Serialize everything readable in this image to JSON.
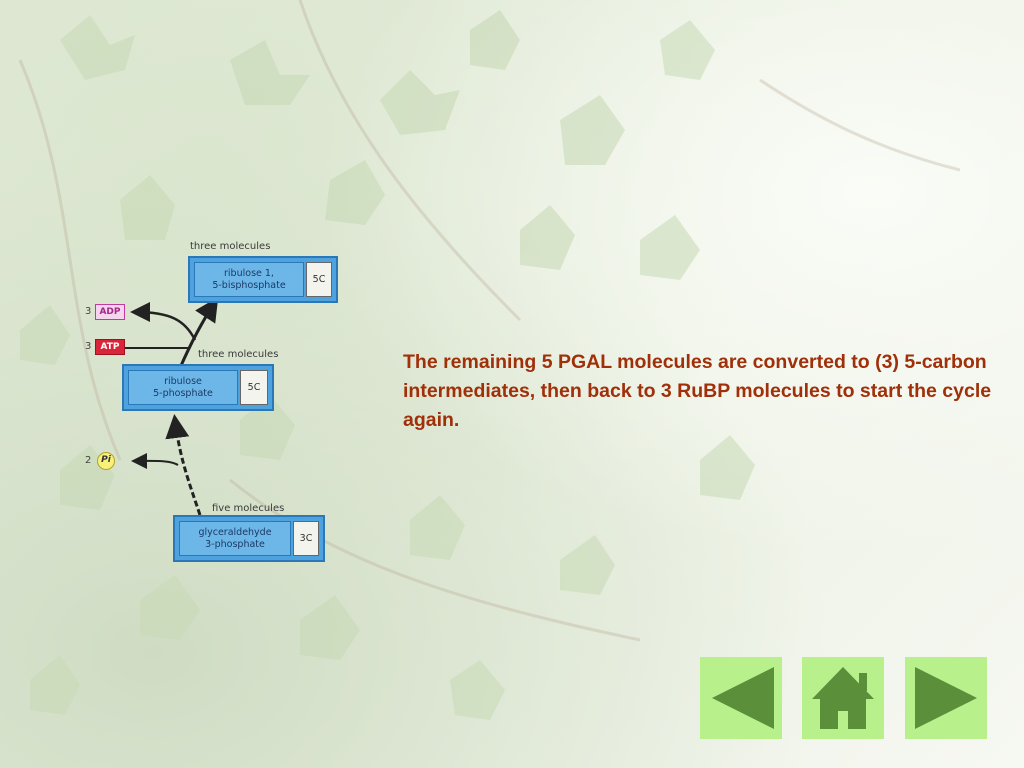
{
  "slide": {
    "body_text": "The remaining 5 PGAL molecules are converted to (3) 5-carbon intermediates, then back to 3 RuBP molecules to start the cycle again."
  },
  "diagram": {
    "rubp": {
      "count_label": "three molecules",
      "name_line1": "ribulose  1,",
      "name_line2": "5-bisphosphate",
      "carbon_badge": "5C"
    },
    "ru5p": {
      "count_label": "three molecules",
      "name_line1": "ribulose",
      "name_line2": "5-phosphate",
      "carbon_badge": "5C"
    },
    "pgal": {
      "count_label": "five molecules",
      "name_line1": "glyceraldehyde",
      "name_line2": "3-phosphate",
      "carbon_badge": "3C"
    },
    "adp": {
      "coefficient": "3",
      "label": "ADP"
    },
    "atp": {
      "coefficient": "3",
      "label": "ATP"
    },
    "pi": {
      "coefficient": "2",
      "label": "Pi"
    }
  },
  "navigation": {
    "back_icon": "left-triangle-icon",
    "home_icon": "house-icon",
    "next_icon": "right-triangle-icon",
    "button_color": "#b8f08c",
    "icon_color": "#5b8f3a"
  },
  "colors": {
    "text": "#a0300a",
    "molecule_box": "#4ea3de",
    "atp": "#d8253a",
    "adp": "#c13a9e",
    "pi": "#f7f07a"
  }
}
